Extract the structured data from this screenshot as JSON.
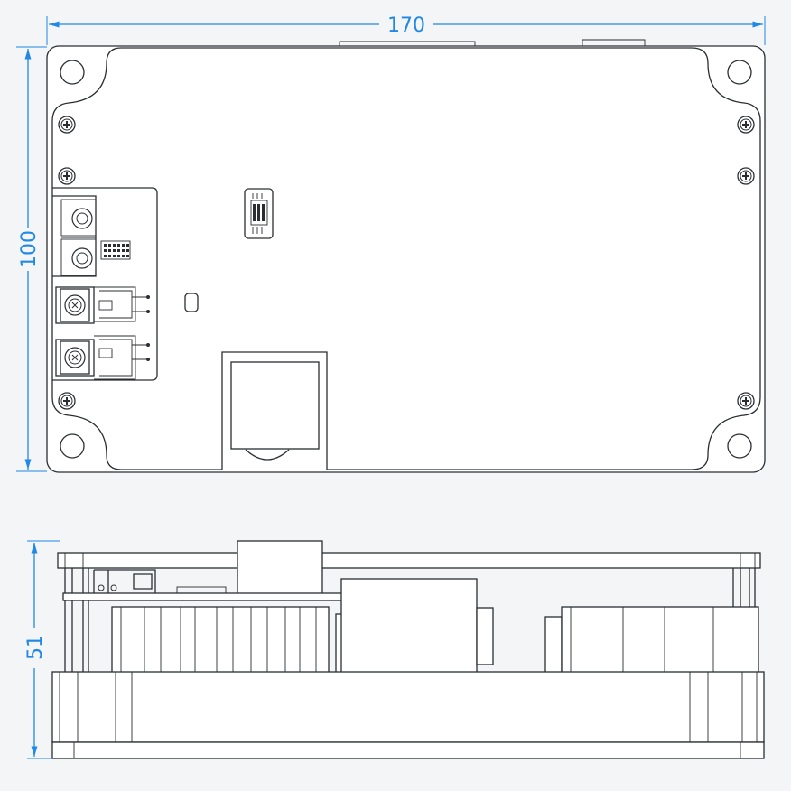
{
  "dimensions": {
    "width": "170",
    "height": "100",
    "side_height": "51"
  },
  "colors": {
    "dimension": "#2288e6",
    "line": "#2a2e33",
    "background": "#f3f5f7"
  }
}
